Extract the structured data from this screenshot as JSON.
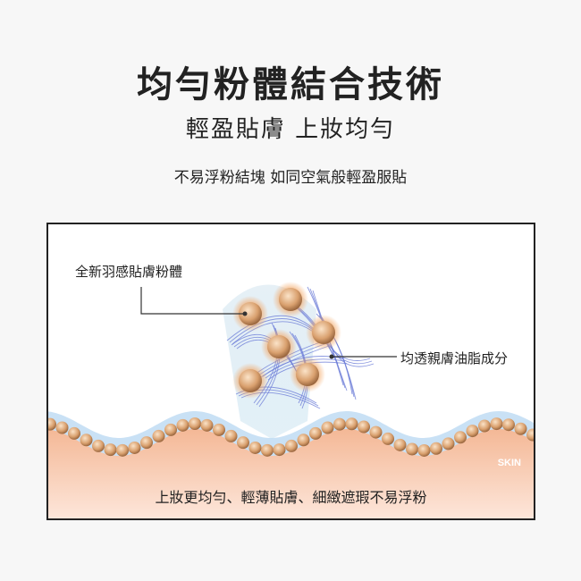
{
  "header": {
    "title": "均勻粉體結合技術",
    "subtitle": "輕盈貼膚 上妝均勻",
    "description": "不易浮粉結塊 如同空氣般輕盈服貼"
  },
  "diagram": {
    "label_powder": "全新羽感貼膚粉體",
    "label_oil": "均透親膚油脂成分",
    "skin_label": "SKIN",
    "caption": "上妝更均勻、輕薄貼膚、細緻遮瑕不易浮粉",
    "colors": {
      "skin": "#f6c3a3",
      "bead": "#d9a06e",
      "fiber": "#6f7fd8",
      "wave": "#bfdcf3"
    }
  }
}
